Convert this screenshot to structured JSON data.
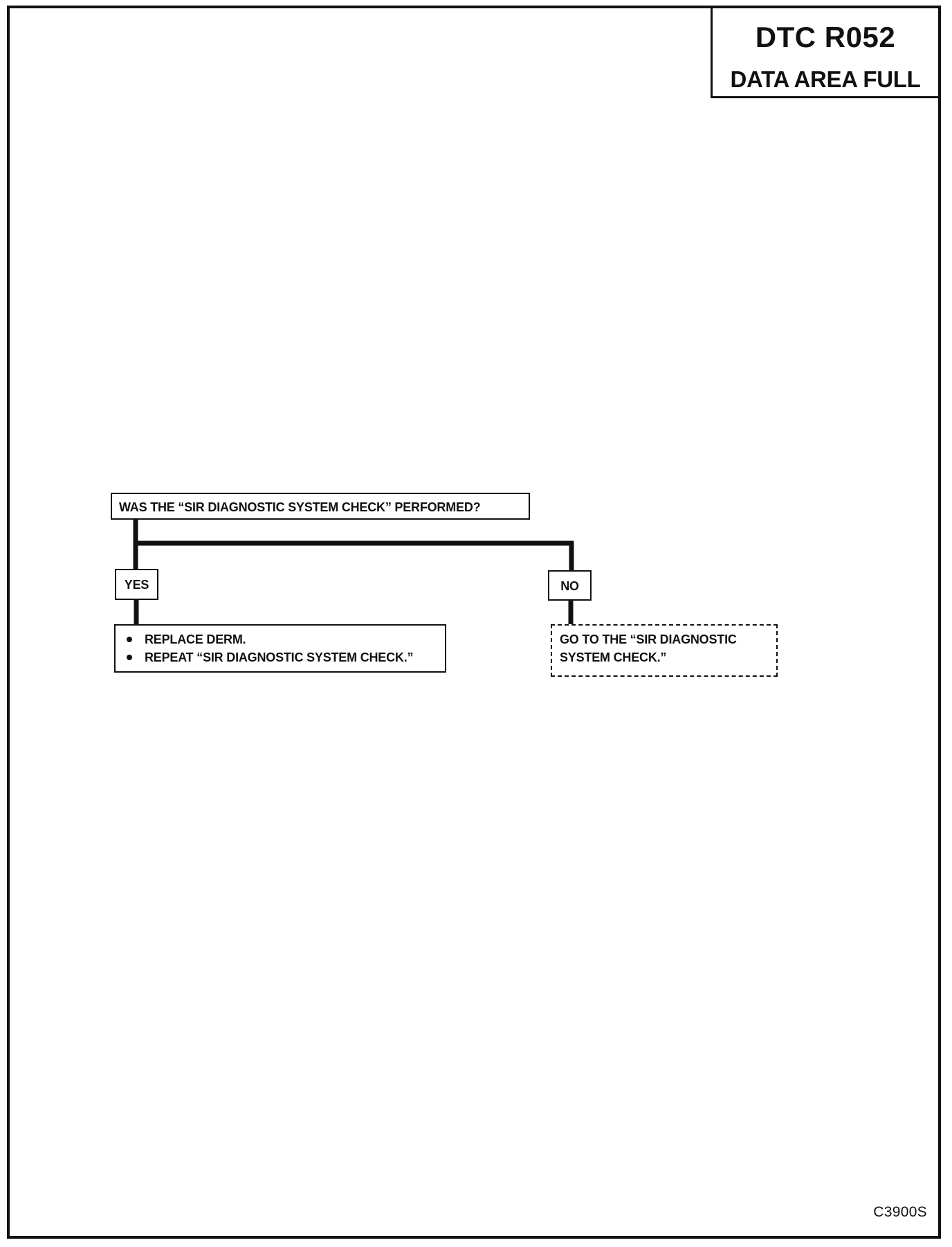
{
  "header": {
    "code": "DTC R052",
    "description": "DATA AREA FULL"
  },
  "flowchart": {
    "question": "WAS THE “SIR DIAGNOSTIC SYSTEM CHECK” PERFORMED?",
    "yes_label": "YES",
    "no_label": "NO",
    "yes_actions": [
      "REPLACE DERM.",
      "REPEAT “SIR DIAGNOSTIC SYSTEM CHECK.”"
    ],
    "no_action_lines": [
      "GO TO THE “SIR DIAGNOSTIC",
      "SYSTEM CHECK.”"
    ]
  },
  "footer": {
    "figure_code": "C3900S"
  }
}
